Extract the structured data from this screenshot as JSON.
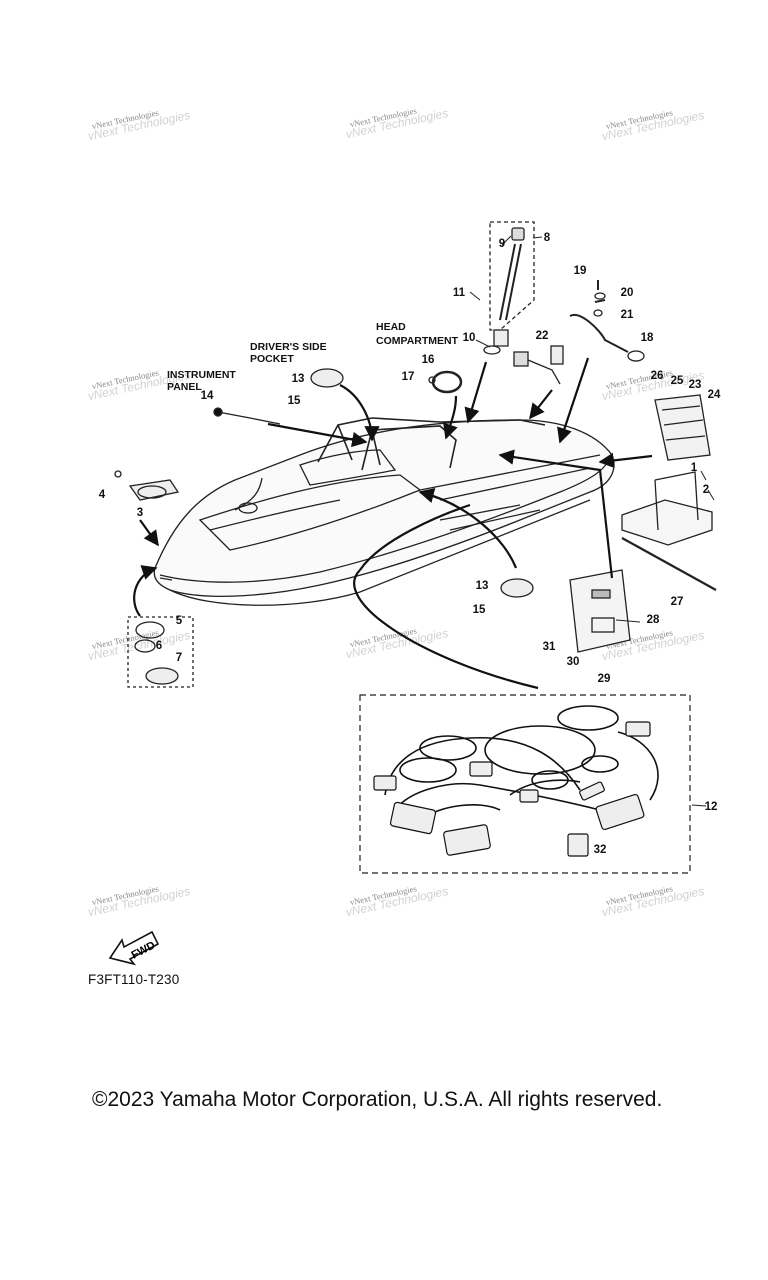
{
  "watermark": {
    "text": "vNext Technologies"
  },
  "callouts": {
    "driver_side_pocket": [
      "DRIVER'S SIDE",
      "POCKET"
    ],
    "head_compartment": [
      "HEAD",
      "COMPARTMENT"
    ],
    "instrument_panel": [
      "INSTRUMENT",
      "PANEL"
    ]
  },
  "part_numbers": [
    "1",
    "2",
    "3",
    "4",
    "5",
    "6",
    "7",
    "8",
    "9",
    "10",
    "11",
    "12",
    "13",
    "13",
    "14",
    "15",
    "15",
    "16",
    "17",
    "18",
    "19",
    "20",
    "21",
    "22",
    "23",
    "24",
    "25",
    "26",
    "27",
    "28",
    "29",
    "30",
    "31",
    "32"
  ],
  "fwd_label": "FWD",
  "diagram_code": "F3FT110-T230",
  "copyright": "©2023 Yamaha Motor Corporation, U.S.A. All rights reserved."
}
